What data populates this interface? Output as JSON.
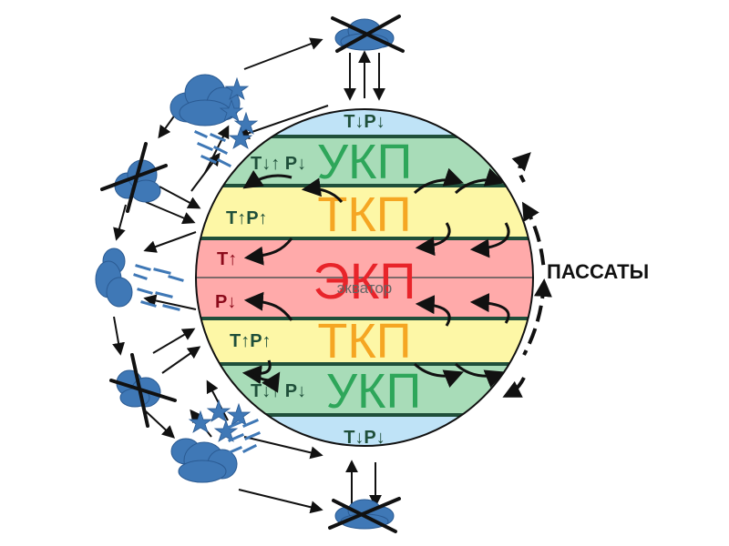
{
  "belts": {
    "polar_north": "T↓P↓",
    "temperate_north_pressure": "T↓↑ P↓",
    "temperate_north_name": "УКП",
    "tropical_north_pressure": "T↑P↑",
    "tropical_north_name": "ТКП",
    "equatorial_temp": "T↑",
    "equatorial_name": "ЭКП",
    "equator_label": "экватор",
    "equatorial_pressure": "P↓",
    "tropical_south_pressure": "T↑P↑",
    "tropical_south_name": "ТКП",
    "temperate_south_pressure": "T↓↑ P↓",
    "temperate_south_name": "УКП",
    "polar_south": "T↓P↓"
  },
  "side_label": "ПАССАТЫ",
  "colors": {
    "polar": "#bfe3f7",
    "temperate": "#a8dcb8",
    "tropical": "#fdf7a6",
    "equatorial": "#ffaaaa",
    "boundary": "#1f4f3a",
    "temperate_text": "#2ea65a",
    "tropical_text": "#f5a623",
    "equatorial_text": "#e8242a",
    "cloud": "#3f78b6",
    "dark_text": "#1f4f3a"
  },
  "icons": [
    "cloud-icon",
    "snowflake-icon",
    "rain-icon",
    "cross-icon",
    "arrow-icon"
  ]
}
